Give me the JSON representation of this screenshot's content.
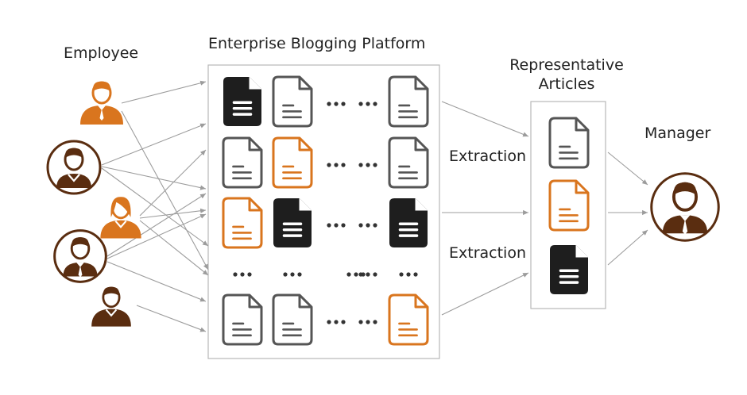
{
  "labels": {
    "employee": "Employee",
    "platform": "Enterprise Blogging Platform",
    "representative": "Representative Articles",
    "representative_line1": "Representative",
    "representative_line2": "Articles",
    "manager": "Manager",
    "extraction_1": "Extraction",
    "extraction_2": "Extraction"
  },
  "colors": {
    "orange": "#d9751e",
    "dark": "#1e1e1e",
    "outline": "#555555",
    "brown": "#5a2d10",
    "arrow": "#9c9c9c",
    "box_border": "#b8b8b8"
  },
  "employees": [
    {
      "icon": "man-tie-icon",
      "color": "orange"
    },
    {
      "icon": "man-circle-icon",
      "color": "brown"
    },
    {
      "icon": "woman-icon",
      "color": "orange"
    },
    {
      "icon": "man-suit-circle-icon",
      "color": "brown"
    },
    {
      "icon": "man-sweater-icon",
      "color": "brown"
    }
  ],
  "platform_grid": [
    [
      "dark",
      "outline",
      "ellipsis",
      "outline"
    ],
    [
      "outline",
      "orange",
      "ellipsis",
      "outline"
    ],
    [
      "orange",
      "dark",
      "ellipsis",
      "dark"
    ],
    [
      "ellipsis",
      "ellipsis",
      "ellipsis",
      "ellipsis"
    ],
    [
      "outline",
      "outline",
      "ellipsis",
      "orange"
    ]
  ],
  "representative_articles": [
    "outline",
    "orange",
    "dark"
  ],
  "manager": {
    "icon": "manager-icon",
    "color": "brown"
  }
}
